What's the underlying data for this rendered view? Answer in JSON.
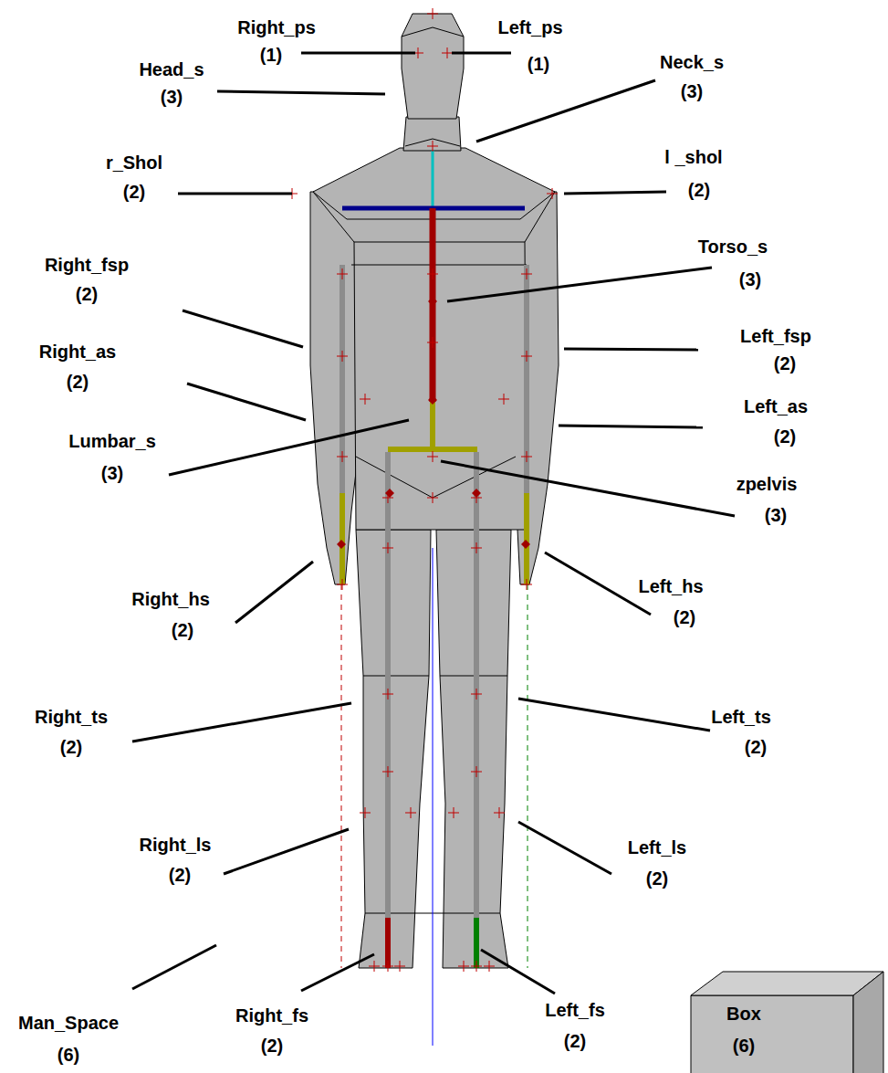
{
  "diagram": {
    "nodes": [
      {
        "text": [
          "Box",
          "(6)"
        ]
      }
    ],
    "labels": [
      "Right_ps",
      "(1)",
      "Left_ps",
      "(1)",
      "Head_s",
      "(3)",
      "Neck_s",
      "(3)",
      "r_Shol",
      "(2)",
      "l _shol",
      "(2)",
      "Right_fsp",
      "(2)",
      "Torso_s",
      "(3)",
      "Left_fsp",
      "(2)",
      "Right_as",
      "(2)",
      "Left_as",
      "(2)",
      "Lumbar_s",
      "(3)",
      "zpelvis",
      "(3)",
      "Right_hs",
      "(2)",
      "Left_hs",
      "(2)",
      "Right_ts",
      "(2)",
      "Left_ts",
      "(2)",
      "Right_ls",
      "(2)",
      "Left_ls",
      "(2)",
      "Man_Space",
      "(6)",
      "Right_fs",
      "(2)",
      "Left_fs",
      "(2)"
    ]
  }
}
